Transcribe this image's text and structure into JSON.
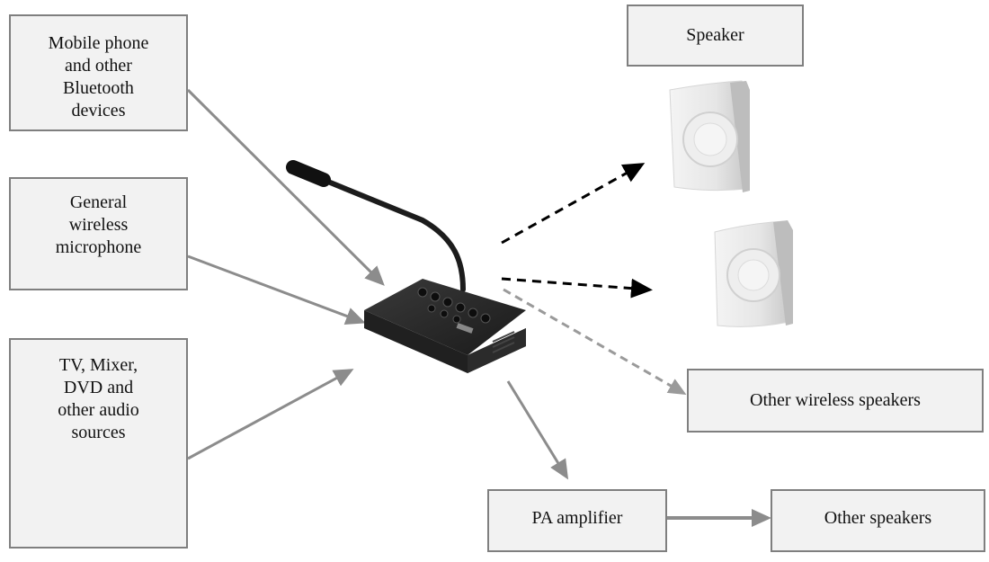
{
  "sources": {
    "bluetooth": "Mobile phone\nand other\nBluetooth\ndevices",
    "wireless_mic": "General\nwireless\nmicrophone",
    "tv_mixer": "TV, Mixer,\nDVD and\nother audio\nsources"
  },
  "outputs": {
    "speaker": "Speaker",
    "other_wireless": "Other wireless speakers",
    "pa_amplifier": "PA amplifier",
    "other_speakers": "Other speakers"
  },
  "colors": {
    "box_fill": "#f2f2f2",
    "box_border": "#7f7f7f",
    "solid_arrow": "#8c8c8c",
    "dashed_arrow_dark": "#111111",
    "dashed_arrow_light": "#9a9a9a"
  }
}
